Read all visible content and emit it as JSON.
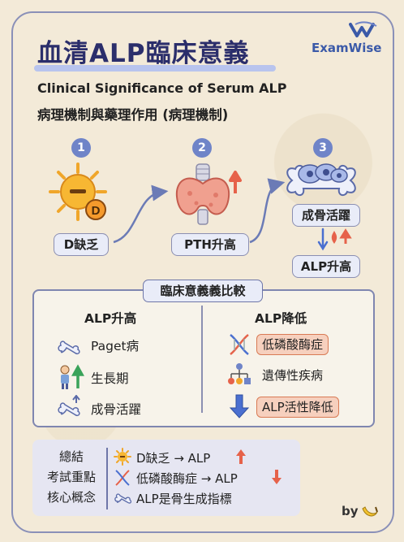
{
  "header": {
    "title": "血清ALP臨床意義",
    "brand": "ExamWise",
    "subtitle_en": "Clinical Significance of Serum ALP",
    "subtitle_zh": "病理機制與藥理作用 (病理機制)"
  },
  "steps": [
    {
      "number": "1",
      "label": "D缺乏",
      "icon": "sun-vitamin-d-icon"
    },
    {
      "number": "2",
      "label": "PTH升高",
      "icon": "thyroid-gland-icon"
    },
    {
      "number": "3",
      "label_top": "成骨活躍",
      "label_bottom": "ALP升高",
      "icon": "bone-osteoblast-icon"
    }
  ],
  "comparison": {
    "title": "臨床意義義比較",
    "left": {
      "heading": "ALP升高",
      "items": [
        {
          "label": "Paget病",
          "icon": "bone-icon"
        },
        {
          "label": "生長期",
          "icon": "child-growth-icon"
        },
        {
          "label": "成骨活躍",
          "icon": "bone-arrow-icon"
        }
      ]
    },
    "right": {
      "heading": "ALP降低",
      "items": [
        {
          "label": "低磷酸酶症",
          "icon": "dna-icon"
        },
        {
          "label": "遺傳性疾病",
          "icon": "pedigree-icon"
        },
        {
          "label": "ALP活性降低",
          "icon": "arrow-down-icon"
        }
      ]
    }
  },
  "summary": {
    "label_lines": [
      "總結",
      "考試重點",
      "核心概念"
    ],
    "rows": [
      {
        "text": "D缺乏 → ALP",
        "icon": "sun-icon",
        "arrow": "up"
      },
      {
        "text": "低磷酸酶症 → ALP",
        "icon": "dna-icon",
        "arrow": "down"
      },
      {
        "text": "ALP是骨生成指標",
        "icon": "bone-icon"
      }
    ]
  },
  "footer": {
    "by": "by"
  },
  "colors": {
    "primary": "#2b2e6b",
    "accent_blue": "#6f84c8",
    "up_arrow": "#e6624a",
    "down_arrow": "#4a6fd0",
    "pill_fill": "#f6d0be",
    "background": "#f3ead8"
  }
}
